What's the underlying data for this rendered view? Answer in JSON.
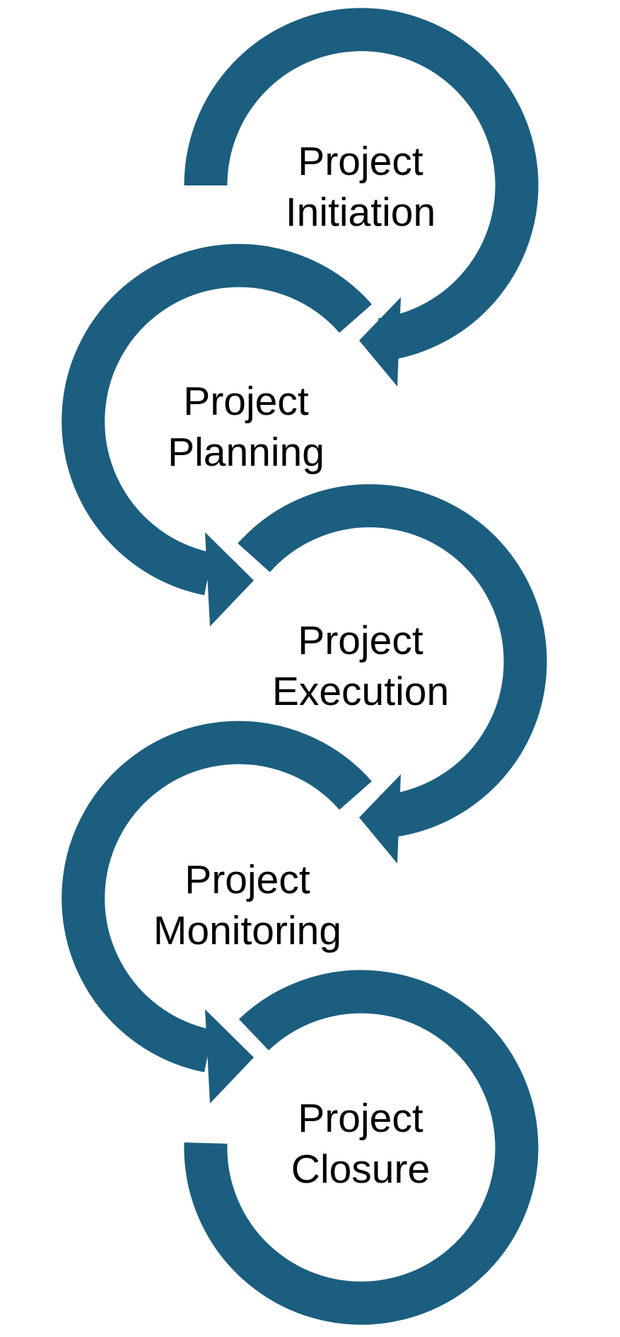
{
  "colors": {
    "arc": "#1b5e80",
    "text": "#000000",
    "background": "#ffffff"
  },
  "stages": [
    {
      "line1": "Project",
      "line2": "Initiation"
    },
    {
      "line1": "Project",
      "line2": "Planning"
    },
    {
      "line1": "Project",
      "line2": "Execution"
    },
    {
      "line1": "Project",
      "line2": "Monitoring"
    },
    {
      "line1": "Project",
      "line2": "Closure"
    }
  ]
}
